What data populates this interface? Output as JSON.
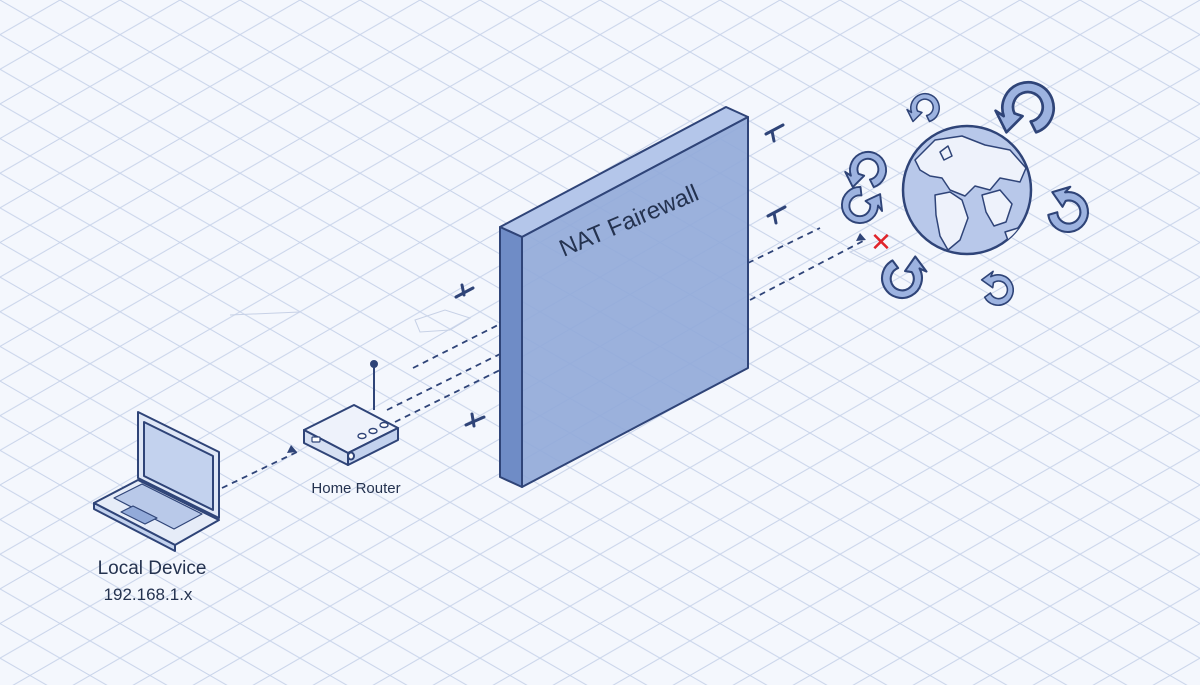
{
  "firewall": {
    "label": "NAT Fairewall"
  },
  "local_device": {
    "name": "Local Device",
    "ip": "192.168.1.x"
  },
  "router": {
    "label": "Home Router"
  },
  "blocked_marker": "✕",
  "colors": {
    "background": "#f4f7fd",
    "grid": "#c9d4ea",
    "outline": "#2f4478",
    "firewall_face": "#92aad9",
    "firewall_side": "#6f8cc6",
    "globe_ocean": "#b8c8ea",
    "globe_land": "#eef2fb",
    "arrow_fill": "#9db3e0",
    "blocked": "#e0242b",
    "text": "#24324f"
  },
  "icons": [
    "laptop-icon",
    "router-icon",
    "globe-icon",
    "rotate-arrow-icon",
    "blocked-x-icon",
    "small-arrow-icon"
  ]
}
